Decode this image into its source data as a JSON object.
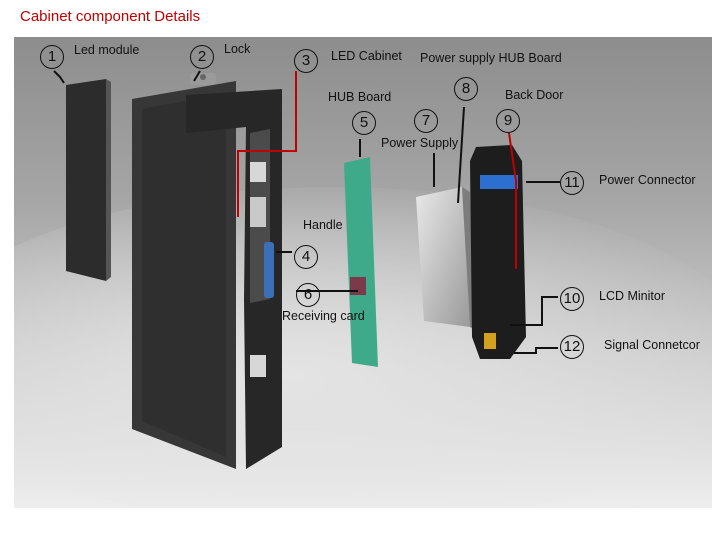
{
  "title": "Cabinet component Details",
  "callouts": [
    {
      "number": "1",
      "label": "Led module"
    },
    {
      "number": "2",
      "label": "Lock"
    },
    {
      "number": "3",
      "label": "LED Cabinet"
    },
    {
      "number": "4",
      "label": "Handle"
    },
    {
      "number": "5",
      "label": "HUB Board"
    },
    {
      "number": "6",
      "label": "Receiving card"
    },
    {
      "number": "7",
      "label": "Power  Supply"
    },
    {
      "number": "8",
      "label": "Power supply HUB Board"
    },
    {
      "number": "9",
      "label": "Back Door"
    },
    {
      "number": "10",
      "label": "LCD Minitor"
    },
    {
      "number": "11",
      "label": "Power Connector"
    },
    {
      "number": "12",
      "label": "Signal Connetcor"
    }
  ],
  "colors": {
    "title": "#c00000",
    "leader_red": "#c00000",
    "hub_board": "#3faa8a"
  }
}
